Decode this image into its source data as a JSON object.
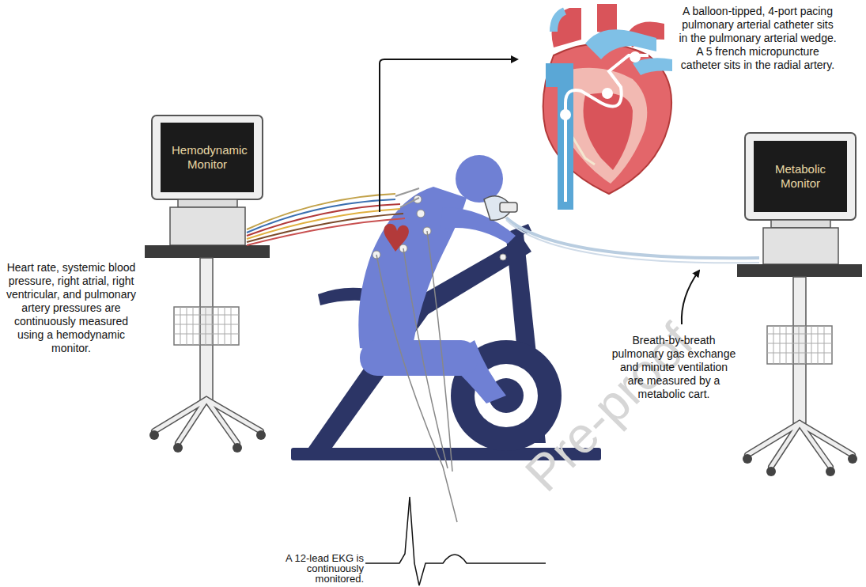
{
  "diagram": {
    "nodes": [
      {
        "text": [
          "Hemodynamic Monitor"
        ]
      },
      {
        "text": [
          "Metabolic Monitor"
        ]
      }
    ],
    "labels": [
      "A balloon-tipped, 4-port pacing pulmonary arterial catheter sits in the pulmonary arterial wedge. A 5 french micropuncture catheter sits in the radial artery.",
      "Heart rate, systemic blood pressure, right atrial, right ventricular, and pulmonary artery pressures are continuously measured using a hemodynamic monitor.",
      "Breath-by-breath pulmonary gas exchange and minute ventilation are measured by a metabolic cart.",
      "A 12-lead EKG is continuously monitored.",
      "Pre-proof"
    ]
  }
}
